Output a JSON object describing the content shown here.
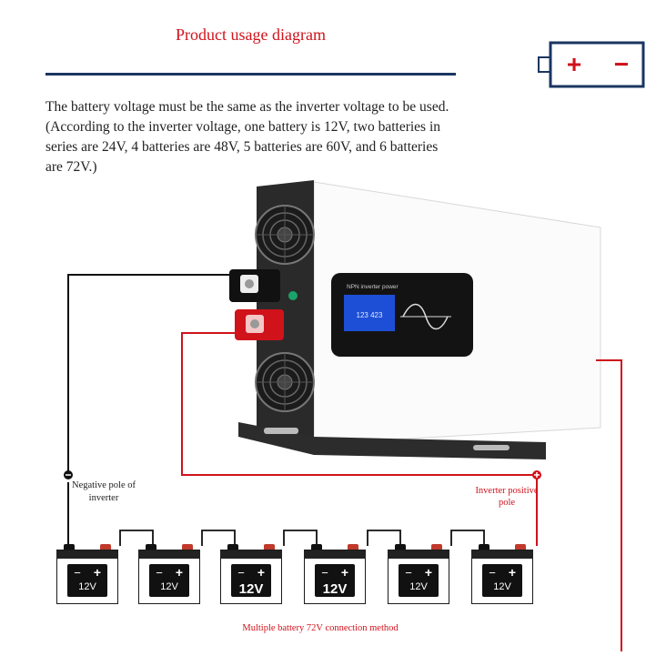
{
  "title": "Product usage diagram",
  "instructions": "The battery voltage must be the same as the inverter voltage to be used. (According to the inverter voltage, one battery is 12V, two batteries in series are 24V, 4 batteries are 48V, 5 batteries are 60V, and 6 batteries are 72V.)",
  "battery_icon": {
    "plus": "+",
    "minus": "−"
  },
  "inverter": {
    "panel_text": "NPN inverter power",
    "display_readout": "123 423"
  },
  "labels": {
    "negative_pole": "Negative pole of inverter",
    "positive_pole": "Inverter positive pole",
    "method": "Multiple battery 72V connection method"
  },
  "batteries": [
    {
      "voltage": "12V",
      "minus": "−",
      "plus": "+"
    },
    {
      "voltage": "12V",
      "minus": "−",
      "plus": "+"
    },
    {
      "voltage": "12V",
      "minus": "−",
      "plus": "+"
    },
    {
      "voltage": "12V",
      "minus": "−",
      "plus": "+"
    },
    {
      "voltage": "12V",
      "minus": "−",
      "plus": "+"
    },
    {
      "voltage": "12V",
      "minus": "−",
      "plus": "+"
    }
  ],
  "colors": {
    "accent_red": "#d0121b",
    "navy": "#1a3560",
    "wire_black": "#111111"
  }
}
